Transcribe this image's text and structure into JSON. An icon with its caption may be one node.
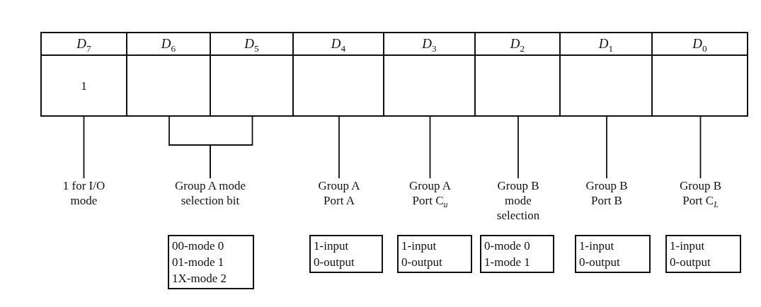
{
  "diagram": {
    "nodes": [
      {
        "text": [
          "D$_{7}$",
          "1"
        ]
      },
      {
        "text": [
          "D$_{6}$"
        ]
      },
      {
        "text": [
          "D$_{5}$"
        ]
      },
      {
        "text": [
          "D$_{4}$"
        ]
      },
      {
        "text": [
          "D$_{3}$"
        ]
      },
      {
        "text": [
          "D$_{2}$"
        ]
      },
      {
        "text": [
          "D$_{1}$"
        ]
      },
      {
        "text": [
          "D$_{0}$"
        ]
      },
      {
        "text": [
          "1 for I/O mode"
        ]
      },
      {
        "text": [
          "Group A mode selection bit"
        ]
      },
      {
        "text": [
          "Group A Port A"
        ]
      },
      {
        "text": [
          "Group A Port C$_{u}$"
        ]
      },
      {
        "text": [
          "Group B mode selection"
        ]
      },
      {
        "text": [
          "Group B Port B"
        ]
      },
      {
        "text": [
          "Group B Port C$_{L}$"
        ]
      },
      {
        "text": [
          "00-mode 0",
          "01-mode 1",
          "1X-mode 2"
        ]
      },
      {
        "text": [
          "1-input",
          "0-output"
        ]
      },
      {
        "text": [
          "1-input",
          "0-output"
        ]
      },
      {
        "text": [
          "0-mode 0",
          "1-mode 1"
        ]
      },
      {
        "text": [
          "1-input",
          "0-output"
        ]
      },
      {
        "text": [
          "1-input",
          "0-output"
        ]
      }
    ],
    "edges": [
      {
        "from": 8,
        "to": 0,
        "arrow": "none"
      },
      {
        "from": 9,
        "to": 1,
        "arrow": "none"
      },
      {
        "from": 9,
        "to": 2,
        "arrow": "none"
      },
      {
        "from": 10,
        "to": 3,
        "arrow": "none"
      },
      {
        "from": 11,
        "to": 4,
        "arrow": "none"
      },
      {
        "from": 12,
        "to": 5,
        "arrow": "none"
      },
      {
        "from": 13,
        "to": 6,
        "arrow": "none"
      },
      {
        "from": 14,
        "to": 7,
        "arrow": "none"
      }
    ]
  }
}
